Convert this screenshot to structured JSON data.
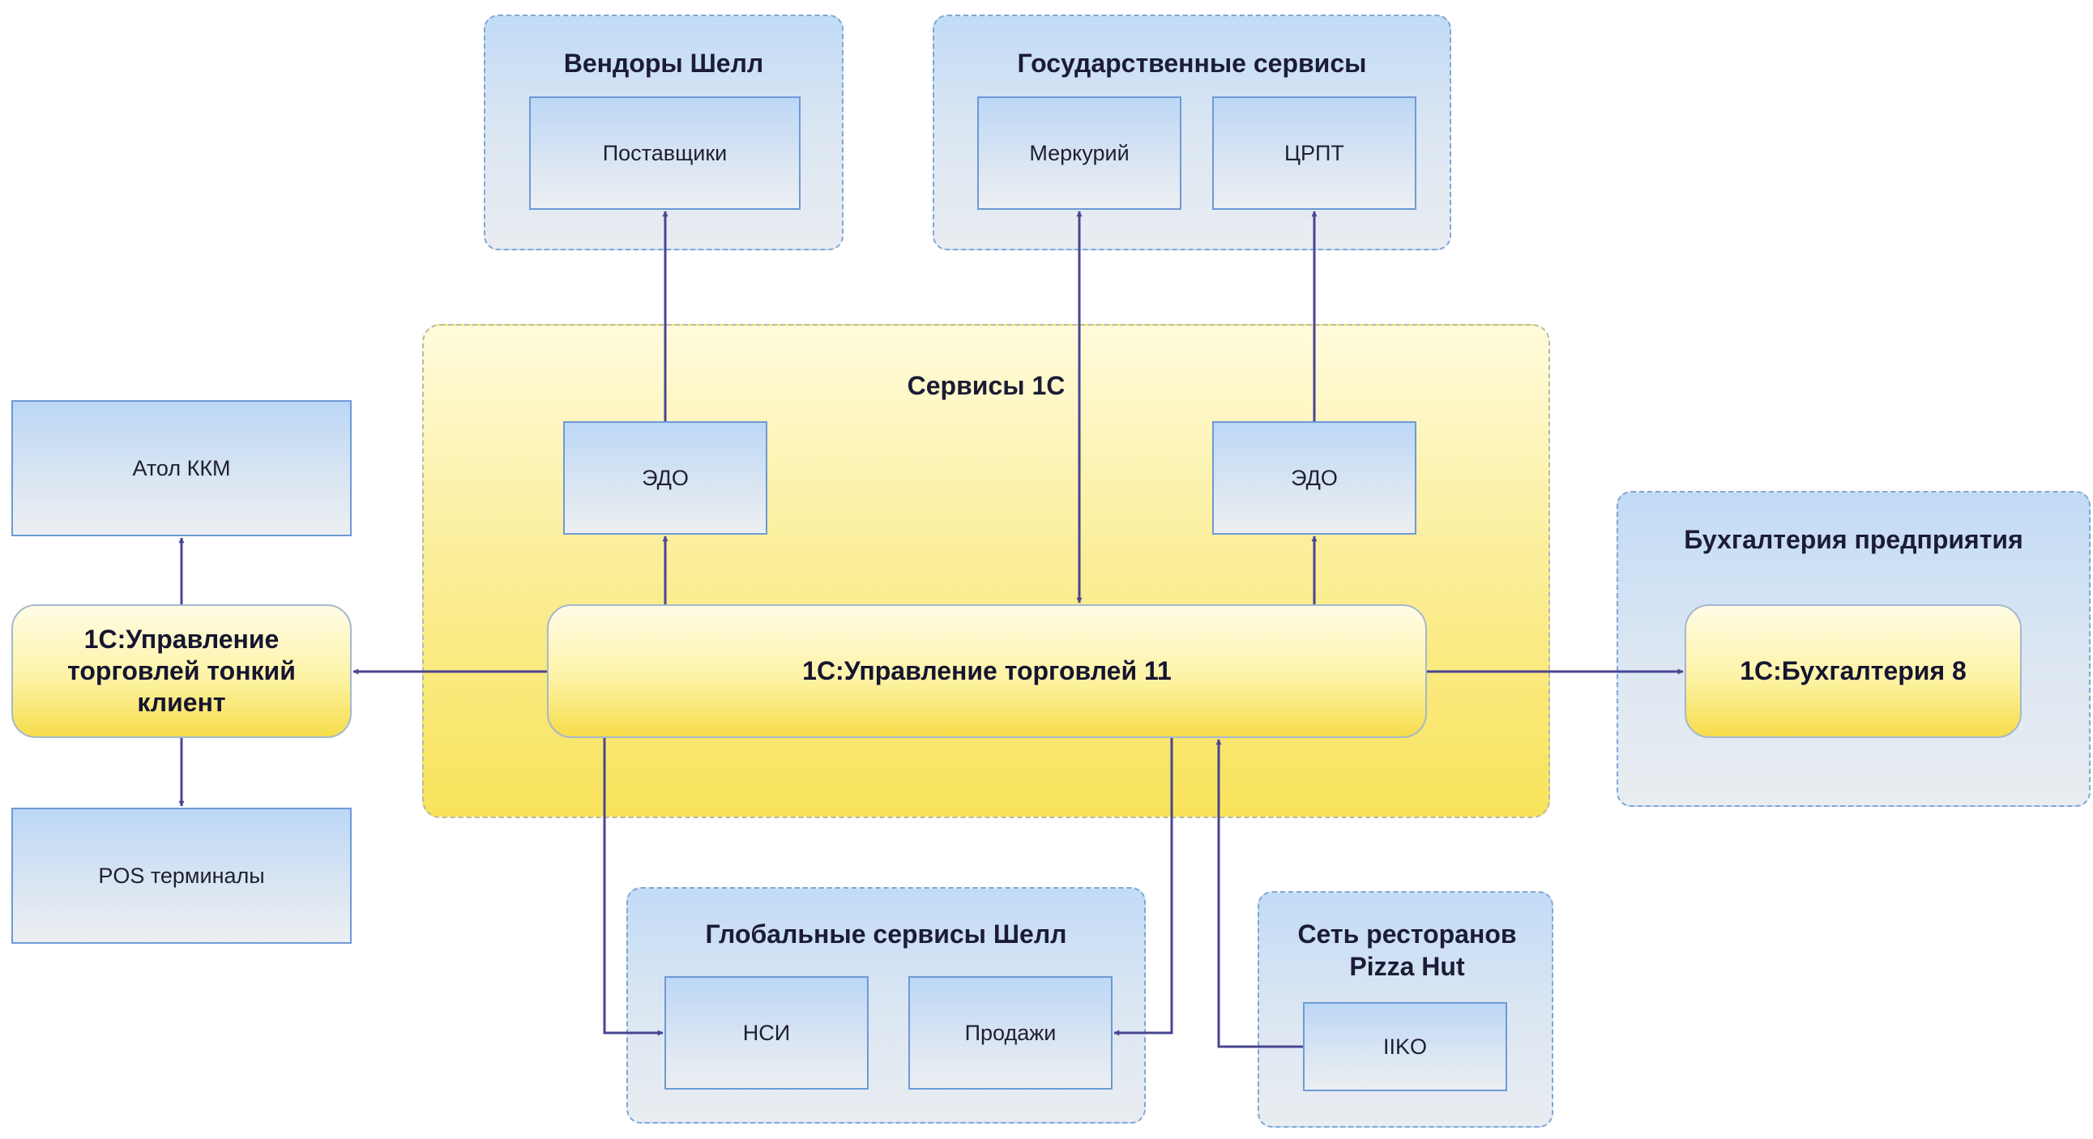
{
  "groups": {
    "vendors": {
      "title": "Вендоры Шелл",
      "items": {
        "suppliers": "Поставщики"
      }
    },
    "government": {
      "title": "Государственные сервисы",
      "items": {
        "mercury": "Меркурий",
        "crpt": "ЦРПТ"
      }
    },
    "services1c": {
      "title": "Сервисы 1С",
      "items": {
        "edo_left": "ЭДО",
        "edo_right": "ЭДО",
        "ut11": "1С:Управление торговлей 11"
      }
    },
    "accounting": {
      "title": "Бухгалтерия предприятия",
      "items": {
        "buh8": "1С:Бухгалтерия 8"
      }
    },
    "global": {
      "title": "Глобальные сервисы Шелл",
      "items": {
        "nsi": "НСИ",
        "sales": "Продажи"
      }
    },
    "pizzahut": {
      "title": "Сеть ресторанов Pizza Hut",
      "items": {
        "iiko": "IIKO"
      }
    }
  },
  "standalone": {
    "atol": "Атол ККМ",
    "thin_client": "1С:Управление торговлей тонкий клиент",
    "pos": "POS терминалы"
  },
  "colors": {
    "connector": "#4a4592",
    "blue_box_border": "#6d9ad6",
    "yellow_fill": "#f8e35a"
  }
}
